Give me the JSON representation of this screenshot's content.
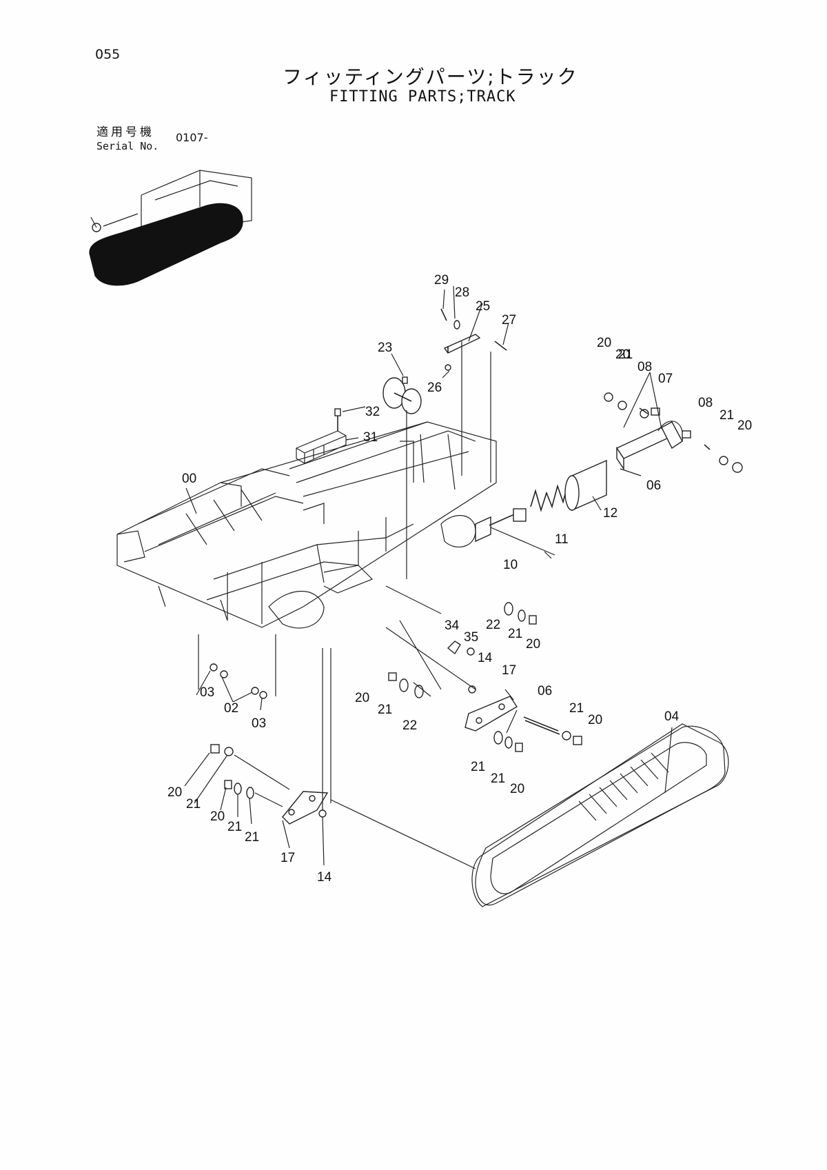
{
  "header": {
    "page_number": "055",
    "title_jp": "フィッティングパーツ;トラック",
    "title_en": "FITTING PARTS;TRACK"
  },
  "serial": {
    "label_jp": "適用号機",
    "label_en": "Serial No.",
    "value": "0107-"
  },
  "callouts": [
    {
      "id": "00",
      "text": "00"
    },
    {
      "id": "02",
      "text": "02"
    },
    {
      "id": "03a",
      "text": "03"
    },
    {
      "id": "03b",
      "text": "03"
    },
    {
      "id": "04",
      "text": "04"
    },
    {
      "id": "06a",
      "text": "06"
    },
    {
      "id": "06b",
      "text": "06"
    },
    {
      "id": "07",
      "text": "07"
    },
    {
      "id": "08a",
      "text": "08"
    },
    {
      "id": "08b",
      "text": "08"
    },
    {
      "id": "10",
      "text": "10"
    },
    {
      "id": "11",
      "text": "11"
    },
    {
      "id": "12",
      "text": "12"
    },
    {
      "id": "14a",
      "text": "14"
    },
    {
      "id": "14b",
      "text": "14"
    },
    {
      "id": "17a",
      "text": "17"
    },
    {
      "id": "17b",
      "text": "17"
    },
    {
      "id": "20a",
      "text": "20"
    },
    {
      "id": "20b",
      "text": "20"
    },
    {
      "id": "20c",
      "text": "20"
    },
    {
      "id": "20d",
      "text": "20"
    },
    {
      "id": "20e",
      "text": "20"
    },
    {
      "id": "20f",
      "text": "20"
    },
    {
      "id": "20g",
      "text": "20"
    },
    {
      "id": "20h",
      "text": "20"
    },
    {
      "id": "20i",
      "text": "20"
    },
    {
      "id": "21a",
      "text": "21"
    },
    {
      "id": "21b",
      "text": "21"
    },
    {
      "id": "21c",
      "text": "21"
    },
    {
      "id": "21d",
      "text": "21"
    },
    {
      "id": "21e",
      "text": "21"
    },
    {
      "id": "21f",
      "text": "21"
    },
    {
      "id": "21g",
      "text": "21"
    },
    {
      "id": "21h",
      "text": "21"
    },
    {
      "id": "21i",
      "text": "21"
    },
    {
      "id": "21j",
      "text": "21"
    },
    {
      "id": "22a",
      "text": "22"
    },
    {
      "id": "22b",
      "text": "22"
    },
    {
      "id": "23",
      "text": "23"
    },
    {
      "id": "25",
      "text": "25"
    },
    {
      "id": "26",
      "text": "26"
    },
    {
      "id": "27",
      "text": "27"
    },
    {
      "id": "28",
      "text": "28"
    },
    {
      "id": "29",
      "text": "29"
    },
    {
      "id": "31",
      "text": "31"
    },
    {
      "id": "32",
      "text": "32"
    },
    {
      "id": "34",
      "text": "34"
    },
    {
      "id": "35",
      "text": "35"
    }
  ]
}
